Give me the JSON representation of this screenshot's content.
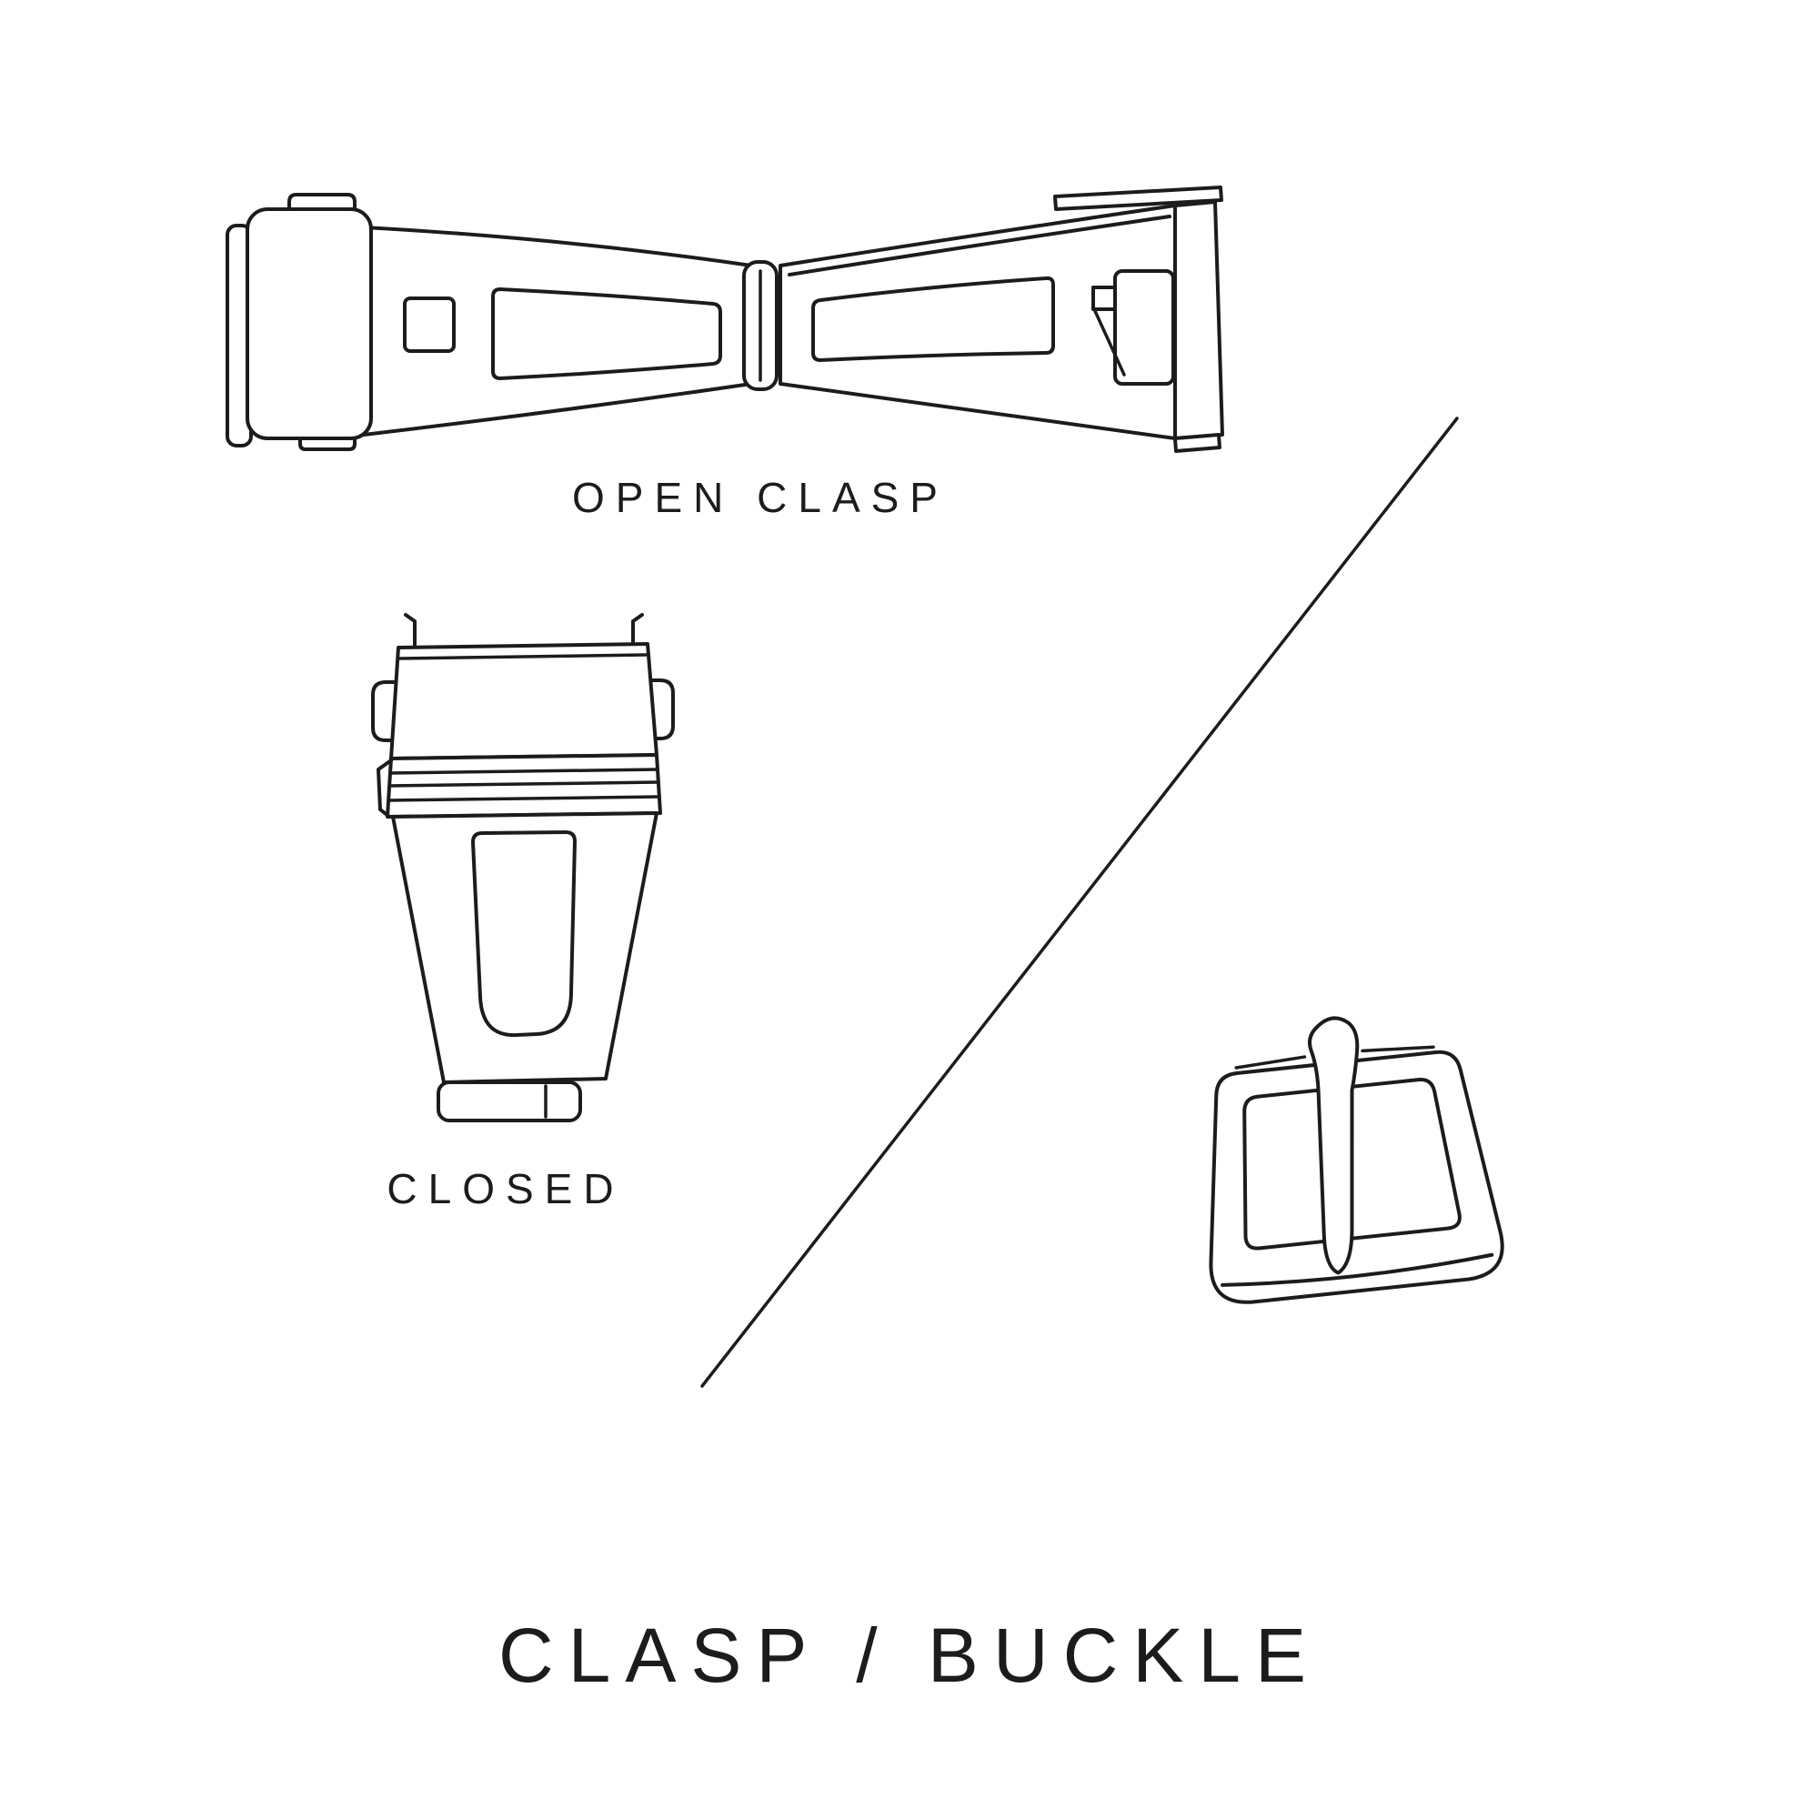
{
  "title": "CLASP / BUCKLE",
  "figures": {
    "open_clasp": {
      "label": "OPEN CLASP",
      "name": "open-clasp-illustration"
    },
    "closed_clasp": {
      "label": "CLOSED",
      "name": "closed-clasp-illustration"
    },
    "tang_buckle": {
      "name": "tang-buckle-illustration"
    },
    "divider": {
      "name": "diagonal-divider-line"
    }
  },
  "colors": {
    "ink": "#1c1c1c",
    "background": "#ffffff"
  }
}
